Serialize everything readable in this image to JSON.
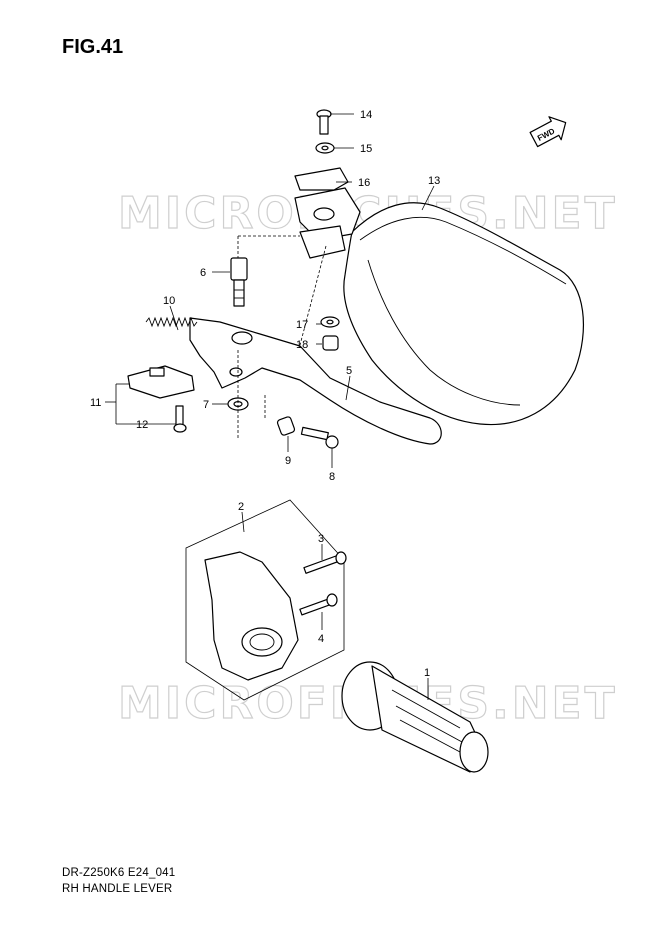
{
  "figure": {
    "title": "FIG.41",
    "model_code": "DR-Z250K6 E24_041",
    "name": "RH HANDLE LEVER"
  },
  "watermark": {
    "text_top": "MICROFICHES.NET",
    "text_bottom": "MICROFICHES.NET"
  },
  "fwd_badge": "FWD",
  "callouts": [
    "1",
    "2",
    "3",
    "4",
    "5",
    "6",
    "7",
    "8",
    "9",
    "10",
    "11",
    "12",
    "13",
    "14",
    "15",
    "16",
    "17",
    "18"
  ]
}
